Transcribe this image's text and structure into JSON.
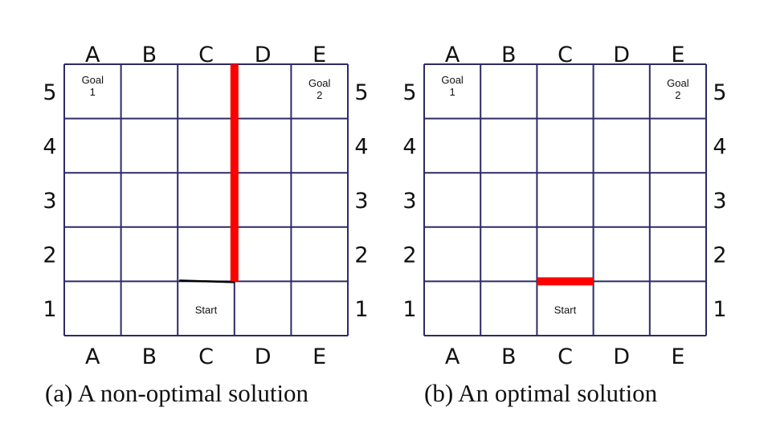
{
  "panels": [
    {
      "caption": "(a) A non-optimal solution",
      "columns": [
        "A",
        "B",
        "C",
        "D",
        "E"
      ],
      "rows": [
        "5",
        "4",
        "3",
        "2",
        "1"
      ],
      "cells": [
        {
          "col": "A",
          "row": "5",
          "text": [
            "Goal",
            "1"
          ]
        },
        {
          "col": "E",
          "row": "5",
          "text": [
            "Goal",
            "2"
          ]
        },
        {
          "col": "C",
          "row": "1",
          "text": [
            "Start"
          ]
        }
      ],
      "wall": {
        "type": "vertical",
        "between_cols": [
          "C",
          "D"
        ],
        "from_row": "5",
        "to_row": "2"
      },
      "extra_line": {
        "type": "horizontal",
        "between_rows": [
          "2",
          "1"
        ],
        "col": "C"
      }
    },
    {
      "caption": "(b) An optimal solution",
      "columns": [
        "A",
        "B",
        "C",
        "D",
        "E"
      ],
      "rows": [
        "5",
        "4",
        "3",
        "2",
        "1"
      ],
      "cells": [
        {
          "col": "A",
          "row": "5",
          "text": [
            "Goal",
            "1"
          ]
        },
        {
          "col": "E",
          "row": "5",
          "text": [
            "Goal",
            "2"
          ]
        },
        {
          "col": "C",
          "row": "1",
          "text": [
            "Start"
          ]
        }
      ],
      "wall": {
        "type": "horizontal",
        "between_rows": [
          "2",
          "1"
        ],
        "col": "C"
      }
    }
  ],
  "colors": {
    "grid": "#2e2a66",
    "wall": "#ff0000",
    "text": "#111111"
  }
}
